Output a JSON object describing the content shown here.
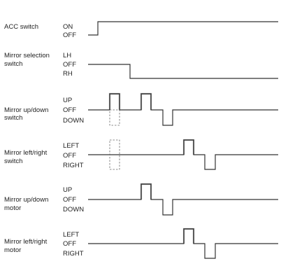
{
  "signals": [
    {
      "name_lines": [
        "ACC switch"
      ],
      "states": [
        "ON",
        "OFF"
      ]
    },
    {
      "name_lines": [
        "Mirror selection",
        "switch"
      ],
      "states": [
        "LH",
        "OFF",
        "RH"
      ]
    },
    {
      "name_lines": [
        "Mirror up/down",
        "switch"
      ],
      "states": [
        "UP",
        "OFF",
        "DOWN"
      ]
    },
    {
      "name_lines": [
        "Mirror left/right",
        "switch"
      ],
      "states": [
        "LEFT",
        "OFF",
        "RIGHT"
      ]
    },
    {
      "name_lines": [
        "Mirror up/down",
        "motor"
      ],
      "states": [
        "UP",
        "OFF",
        "DOWN"
      ]
    },
    {
      "name_lines": [
        "Mirror left/right",
        "motor"
      ],
      "states": [
        "LEFT",
        "OFF",
        "RIGHT"
      ]
    }
  ]
}
